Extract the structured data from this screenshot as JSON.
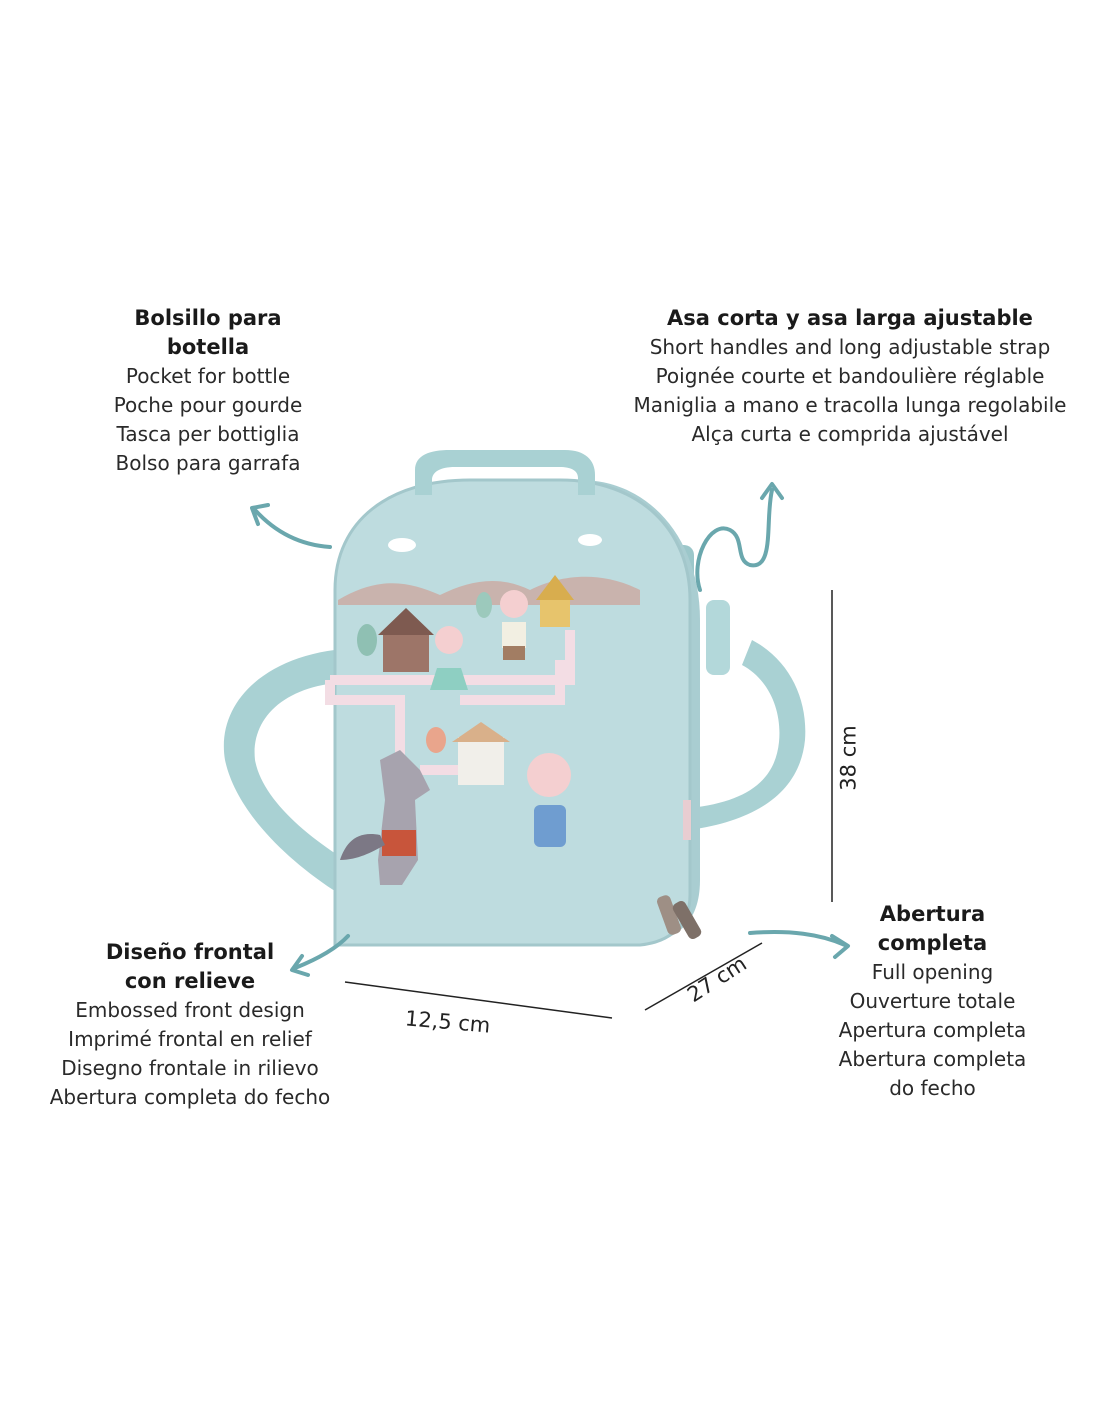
{
  "features": {
    "pocket": {
      "title_line1": "Bolsillo para",
      "title_line2": "botella",
      "en": "Pocket for bottle",
      "fr": "Poche pour gourde",
      "it": "Tasca per bottiglia",
      "pt": "Bolso para garrafa"
    },
    "handles": {
      "title": "Asa corta y asa larga ajustable",
      "en": "Short handles and long adjustable strap",
      "fr": "Poignée courte et bandoulière réglable",
      "it": "Maniglia a mano e tracolla lunga regolabile",
      "pt": "Alça curta e comprida ajustável"
    },
    "front": {
      "title_line1": "Diseño frontal",
      "title_line2": "con relieve",
      "en": "Embossed front design",
      "fr": "Imprimé frontal en relief",
      "it": "Disegno frontale in rilievo",
      "pt": "Abertura completa do fecho"
    },
    "opening": {
      "title_line1": "Abertura",
      "title_line2": "completa",
      "en": "Full opening",
      "fr": "Ouverture totale",
      "it": "Apertura completa",
      "pt_line1": "Abertura completa",
      "pt_line2": "do fecho"
    }
  },
  "dimensions": {
    "width": "12,5 cm",
    "depth": "27 cm",
    "height": "38 cm"
  },
  "colors": {
    "bag_body": "#b9d9dc",
    "bag_edge": "#a3c7cb",
    "strap": "#a9d1d3",
    "arrow": "#6aa7ad",
    "path": "#f3dde4",
    "hills": "#c9b3ad"
  }
}
